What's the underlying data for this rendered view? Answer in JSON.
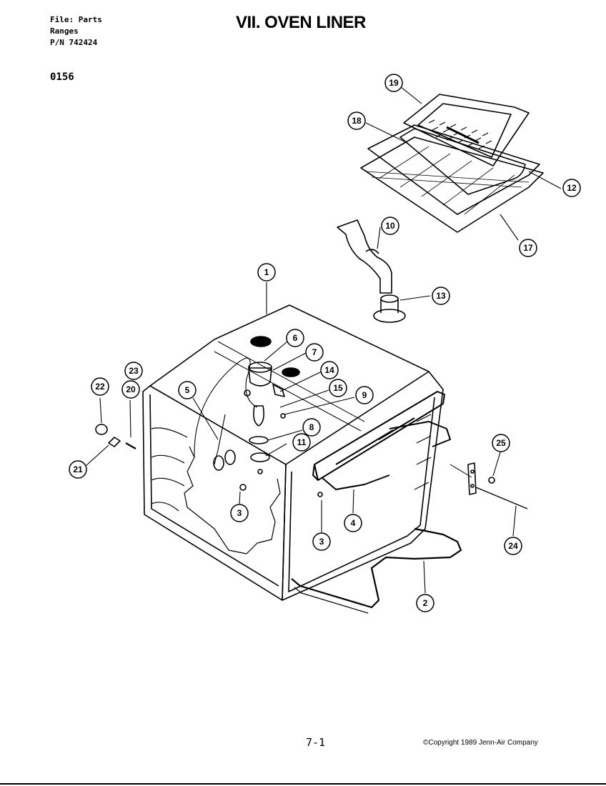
{
  "header": {
    "file_line": "File: Parts",
    "category_line": "Ranges",
    "part_number_line": "P/N 742424"
  },
  "title": "VII. OVEN LINER",
  "section_code": "0156",
  "page_number": "7-1",
  "copyright": "©Copyright 1989 Jenn-Air Company",
  "callouts": [
    "1",
    "2",
    "3",
    "3",
    "4",
    "5",
    "6",
    "7",
    "8",
    "9",
    "10",
    "11",
    "12",
    "13",
    "14",
    "15",
    "17",
    "18",
    "19",
    "20",
    "21",
    "22",
    "23",
    "24",
    "25"
  ]
}
